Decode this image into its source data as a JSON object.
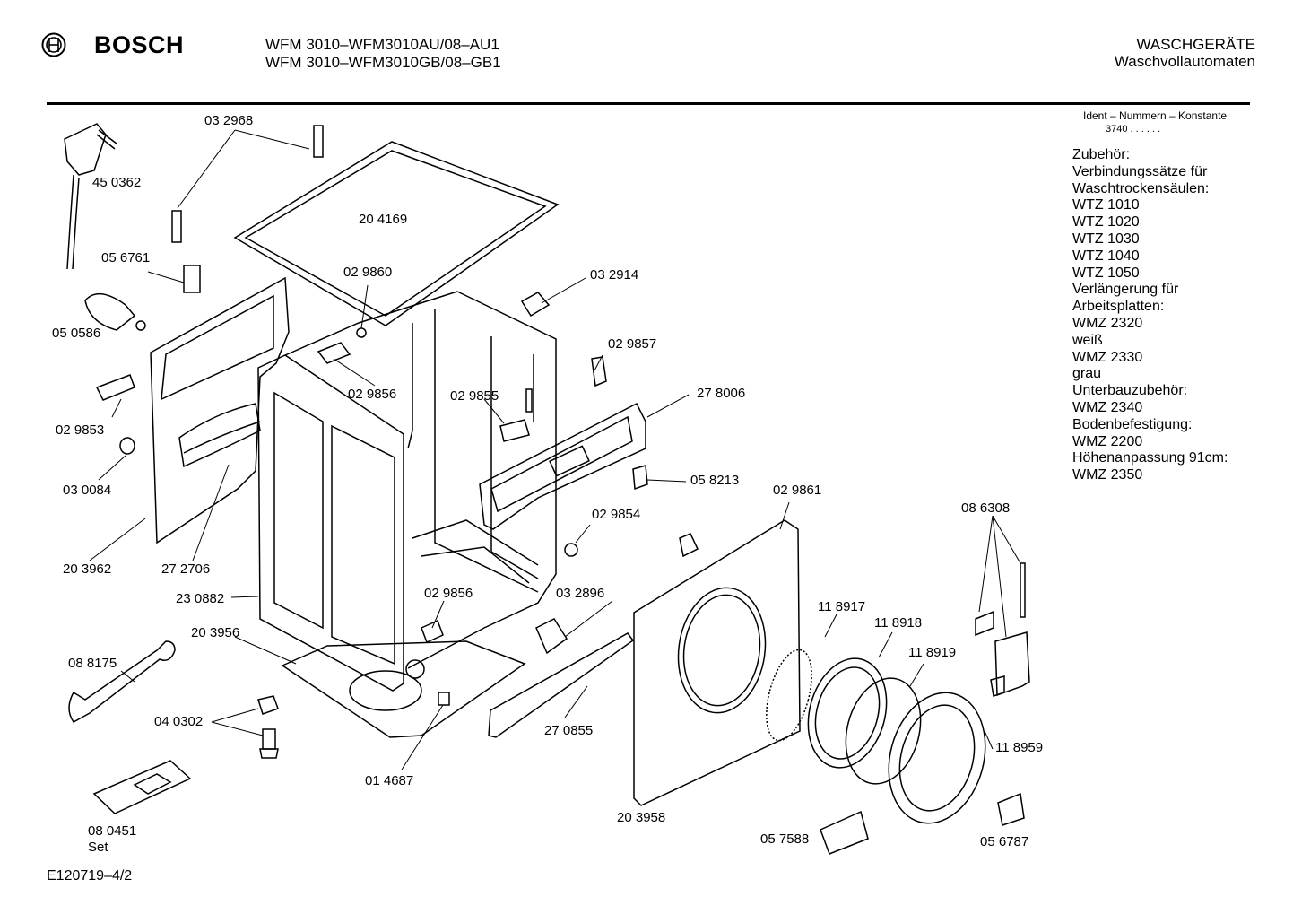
{
  "header": {
    "brand": "BOSCH",
    "model_lines": [
      "WFM 3010–WFM3010AU/08–AU1",
      "WFM 3010–WFM3010GB/08–GB1"
    ],
    "category_lines": [
      "WASCHGERÄTE",
      "Waschvollautomaten"
    ]
  },
  "ident": {
    "label": "Ident – Nummern – Konstante",
    "value": "3740 . . . . . ."
  },
  "accessories": [
    "Zubehör:",
    "Verbindungssätze für",
    "Waschtrockensäulen:",
    "WTZ 1010",
    "WTZ 1020",
    "WTZ 1030",
    "WTZ 1040",
    "WTZ 1050",
    "Verlängerung für",
    "Arbeitsplatten:",
    "WMZ 2320",
    "weiß",
    "WMZ 2330",
    "grau",
    "Unterbauzubehör:",
    "WMZ 2340",
    "Bodenbefestigung:",
    "WMZ 2200",
    "Höhenanpassung  91cm:",
    "WMZ 2350"
  ],
  "parts": {
    "p032968": "03 2968",
    "p450362": "45 0362",
    "p204169": "20 4169",
    "p056761": "05 6761",
    "p029860": "02 9860",
    "p032914": "03 2914",
    "p050586": "05 0586",
    "p029857": "02 9857",
    "p029856a": "02 9856",
    "p029855": "02 9855",
    "p278006": "27 8006",
    "p029853": "02 9853",
    "p030084": "03 0084",
    "p058213": "05 8213",
    "p029861": "02 9861",
    "p029854": "02 9854",
    "p086308": "08 6308",
    "p203962": "20 3962",
    "p272706": "27 2706",
    "p230882": "23 0882",
    "p029856b": "02 9856",
    "p032896": "03 2896",
    "p118917": "11 8917",
    "p118918": "11 8918",
    "p203956": "20 3956",
    "p118919": "11 8919",
    "p088175": "08 8175",
    "p040302": "04 0302",
    "p270855": "27 0855",
    "p118959": "11 8959",
    "p014687": "01 4687",
    "p080451": "08  0451",
    "p080451set": "Set",
    "p203958": "20 3958",
    "p057588": "05 7588",
    "p056787": "05 6787"
  },
  "footer": "E120719–4/2"
}
